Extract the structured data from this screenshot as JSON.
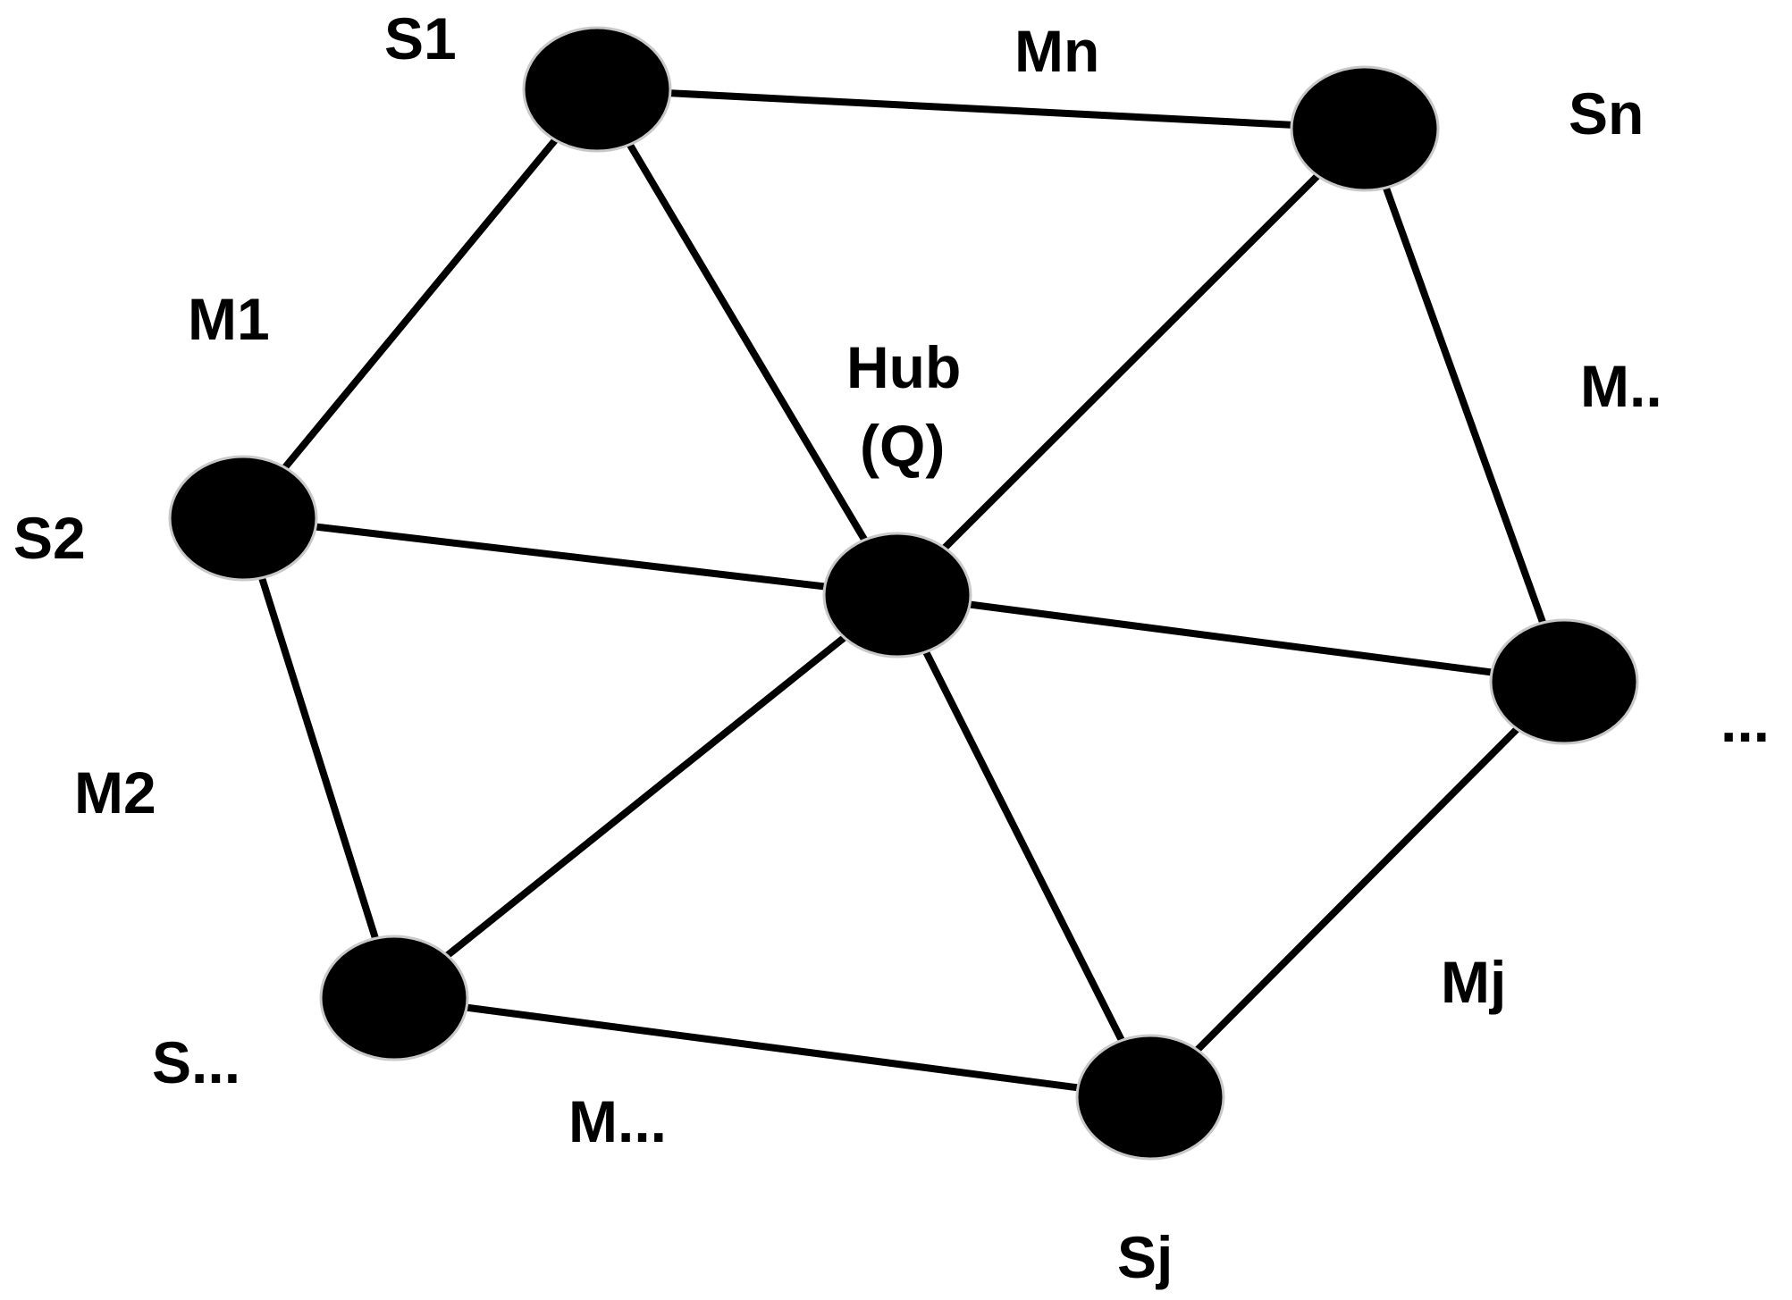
{
  "diagram": {
    "colors": {
      "node": "#000000",
      "node_outline": "#c8c8c8",
      "edge": "#000000",
      "background": "#ffffff"
    },
    "nodes": [
      {
        "id": "s1"
      },
      {
        "id": "sn"
      },
      {
        "id": "s2"
      },
      {
        "id": "hub"
      },
      {
        "id": "m-dots-node"
      },
      {
        "id": "s-dots"
      },
      {
        "id": "sj"
      }
    ],
    "edges": [
      {
        "from": "s1",
        "to": "sn",
        "label": "Mn"
      },
      {
        "from": "s1",
        "to": "s2",
        "label": "M1"
      },
      {
        "from": "s1",
        "to": "hub",
        "label": ""
      },
      {
        "from": "sn",
        "to": "hub",
        "label": ""
      },
      {
        "from": "sn",
        "to": "m-dots-node",
        "label": "M.."
      },
      {
        "from": "s2",
        "to": "hub",
        "label": ""
      },
      {
        "from": "hub",
        "to": "m-dots-node",
        "label": ""
      },
      {
        "from": "s2",
        "to": "s-dots",
        "label": "M2"
      },
      {
        "from": "hub",
        "to": "s-dots",
        "label": ""
      },
      {
        "from": "hub",
        "to": "sj",
        "label": ""
      },
      {
        "from": "m-dots-node",
        "to": "sj",
        "label": "Mj"
      },
      {
        "from": "s-dots",
        "to": "sj",
        "label": "M..."
      }
    ],
    "labels": {
      "s1": "S1",
      "sn": "Sn",
      "s2": "S2",
      "hub_line1": "Hub",
      "hub_line2": "(Q)",
      "right_node": "...",
      "s_dots": "S...",
      "sj": "Sj",
      "mn": "Mn",
      "m1": "M1",
      "m_dots_right": "M..",
      "m2": "M2",
      "mj": "Mj",
      "m_dots_bottom": "M..."
    }
  }
}
